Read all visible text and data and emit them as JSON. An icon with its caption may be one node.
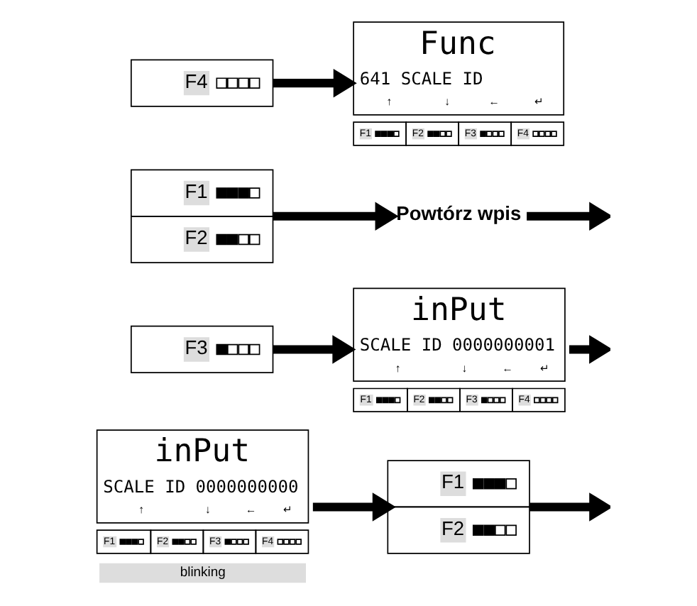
{
  "diagram": {
    "nodes": [
      {
        "text": [
          "inPut",
          "SCALE ID 0000000000",
          "↑",
          "↓",
          "←",
          "↵",
          "F1",
          "F2",
          "F3",
          "F4"
        ],
        "beside": [
          "blinking"
        ]
      },
      {
        "text": [
          "F1",
          "F2"
        ]
      },
      {
        "text": [
          "F3"
        ]
      },
      {
        "text": [
          "inPut",
          "SCALE ID 0000000001",
          "↑",
          "↓",
          "←",
          "↵",
          "F1",
          "F2",
          "F3",
          "F4"
        ]
      },
      {
        "text": [
          "F1",
          "F2"
        ]
      },
      {
        "text": [
          "Powtórz wpis"
        ]
      },
      {
        "text": [
          "F4"
        ]
      },
      {
        "text": [
          "Func",
          "641 SCALE ID",
          "↑",
          "↓",
          "←",
          "↵",
          "F1",
          "F2",
          "F3",
          "F4"
        ]
      }
    ],
    "edges": [
      {
        "from": 0,
        "to": 1,
        "arrow": "to"
      },
      {
        "from": 1,
        "to": null,
        "arrow": "to"
      },
      {
        "from": 2,
        "to": 3,
        "arrow": "to"
      },
      {
        "from": 3,
        "to": null,
        "arrow": "to"
      },
      {
        "from": 4,
        "to": 5,
        "arrow": "to"
      },
      {
        "from": 5,
        "to": null,
        "arrow": "to"
      },
      {
        "from": 6,
        "to": 7,
        "arrow": "to"
      }
    ]
  }
}
